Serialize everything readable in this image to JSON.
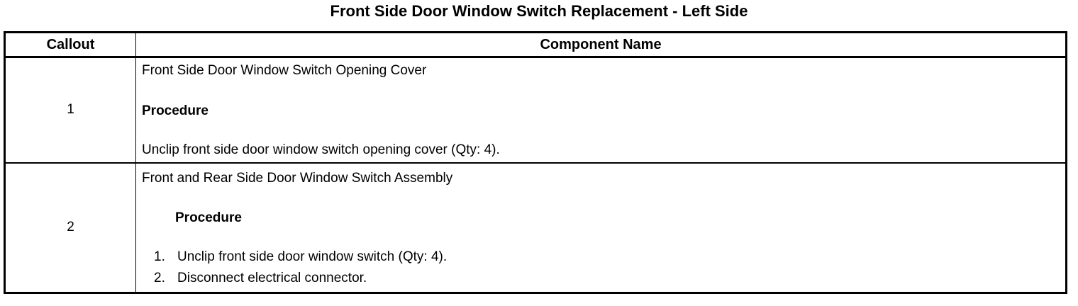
{
  "title": "Front Side Door Window Switch Replacement - Left Side",
  "table": {
    "headers": {
      "callout": "Callout",
      "component": "Component Name"
    },
    "rows": [
      {
        "callout": "1",
        "component": "Front Side Door Window Switch Opening Cover",
        "procedure_label": "Procedure",
        "body": "Unclip front side door window switch opening cover (Qty: 4)."
      },
      {
        "callout": "2",
        "component": "Front and Rear Side Door Window Switch Assembly",
        "procedure_label": "Procedure",
        "steps": [
          {
            "num": "1.",
            "text": "Unclip front side door window switch (Qty: 4)."
          },
          {
            "num": "2.",
            "text": "Disconnect electrical connector."
          }
        ]
      }
    ]
  },
  "colors": {
    "text": "#000000",
    "background": "#ffffff",
    "border": "#000000"
  }
}
